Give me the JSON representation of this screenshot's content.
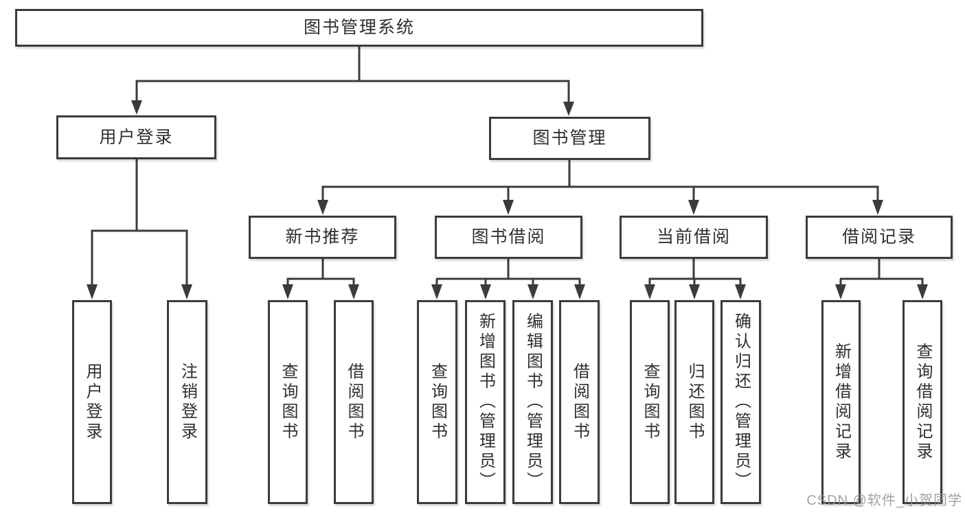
{
  "diagram_type": "hierarchy-tree",
  "tree": {
    "label": "图书管理系统",
    "children": [
      {
        "label": "用户登录",
        "children": [
          {
            "label": "用户登录"
          },
          {
            "label": "注销登录"
          }
        ]
      },
      {
        "label": "图书管理",
        "children": [
          {
            "label": "新书推荐",
            "children": [
              {
                "label": "查询图书"
              },
              {
                "label": "借阅图书"
              }
            ]
          },
          {
            "label": "图书借阅",
            "children": [
              {
                "label": "查询图书"
              },
              {
                "label": "新增图书（管理员）"
              },
              {
                "label": "编辑图书（管理员）"
              },
              {
                "label": "借阅图书"
              }
            ]
          },
          {
            "label": "当前借阅",
            "children": [
              {
                "label": "查询图书"
              },
              {
                "label": "归还图书"
              },
              {
                "label": "确认归还（管理员）"
              }
            ]
          },
          {
            "label": "借阅记录",
            "children": [
              {
                "label": "新增借阅记录"
              },
              {
                "label": "查询借阅记录"
              }
            ]
          }
        ]
      }
    ]
  },
  "watermark": {
    "text": "CSDN @软件_小贺同学"
  },
  "colors": {
    "line": "#3b3b3b",
    "box_border": "#3b3b3b",
    "box_background": "#ffffff",
    "text": "#2f2f2f",
    "watermark": "#919191",
    "page_background": "#ffffff"
  }
}
